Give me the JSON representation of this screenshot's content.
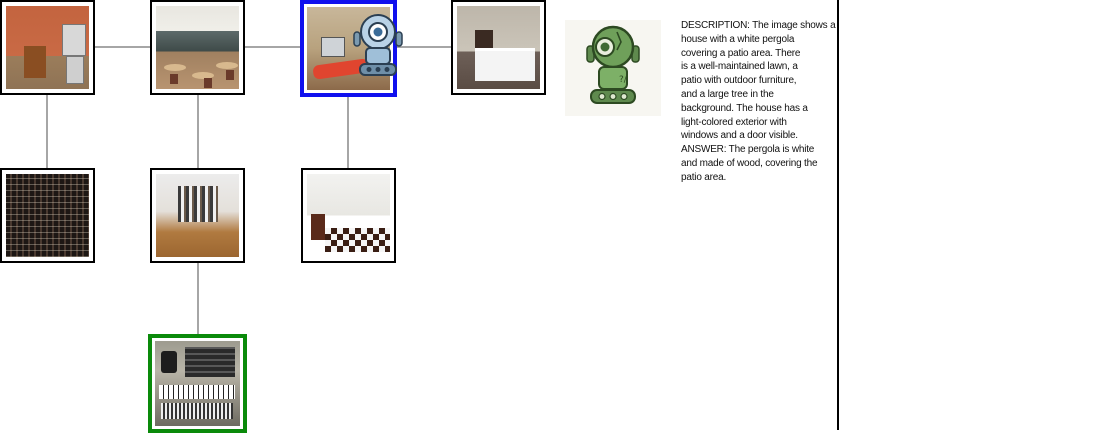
{
  "graph": {
    "nodes": [
      {
        "id": "office",
        "scene": "office",
        "role": "visited"
      },
      {
        "id": "cafe",
        "scene": "cafe",
        "role": "visited"
      },
      {
        "id": "lab",
        "scene": "lab",
        "role": "current"
      },
      {
        "id": "bedroom",
        "scene": "bedroom",
        "role": "visited"
      },
      {
        "id": "wine-cellar",
        "scene": "wine-cellar",
        "role": "visited"
      },
      {
        "id": "closet",
        "scene": "walk-in-closet",
        "role": "visited"
      },
      {
        "id": "attic",
        "scene": "attic-room",
        "role": "visited"
      },
      {
        "id": "synth",
        "scene": "synthesizer-studio",
        "role": "goal"
      }
    ],
    "colors": {
      "current_border": "#1010ee",
      "goal_border": "#0a8a0a",
      "edge": "#888888"
    }
  },
  "agent": {
    "icon": "robot-icon",
    "color": "#6fa05a"
  },
  "panel": {
    "icon": "robot-icon",
    "text": "DESCRIPTION: The image shows a\nhouse with a white pergola\ncovering a patio area. There\nis a well-maintained lawn, a\npatio with outdoor furniture,\nand a large tree in the\nbackground. The house has a\nlight-colored exterior with\nwindows and a door visible.\nANSWER: The pergola is white\nand made of wood, covering the\npatio area."
  }
}
